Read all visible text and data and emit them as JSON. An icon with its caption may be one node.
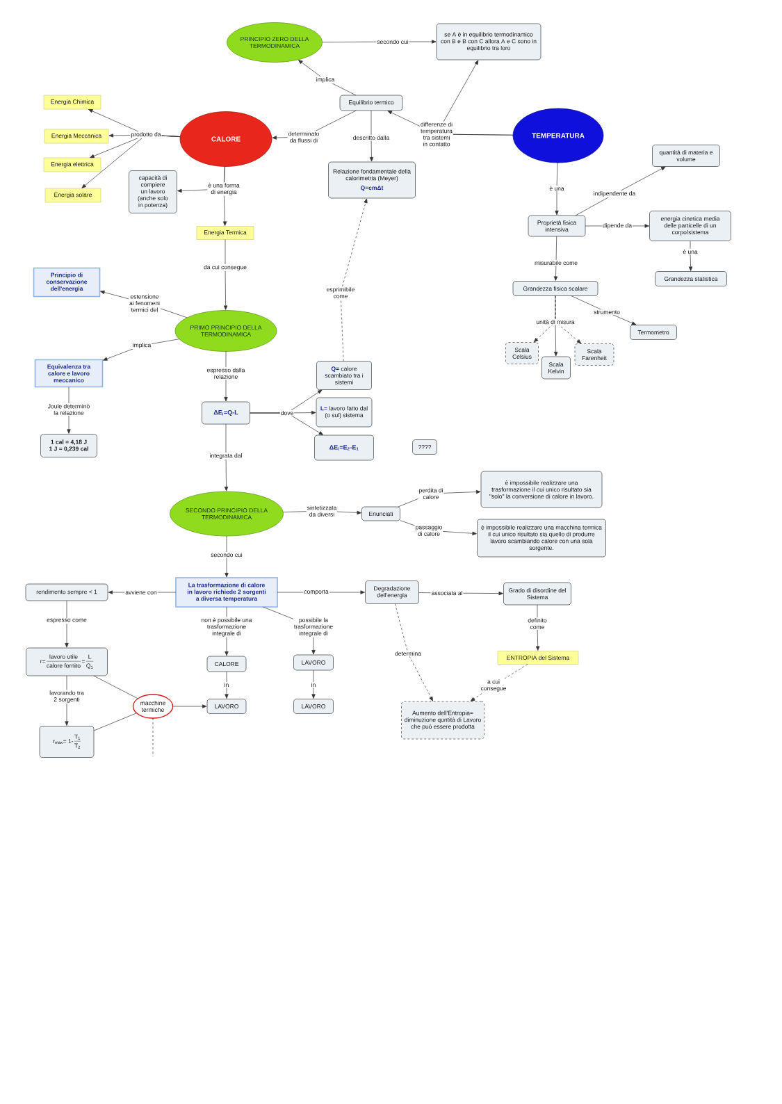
{
  "diagram": {
    "nodes": [
      {
        "text": [
          "PRINCIPIO ZERO DELLA TERMODINAMICA"
        ]
      },
      {
        "text": [
          "se A è in equilibrio termodinamico con B e B con C allora A e C sono in equilibrio tra loro"
        ]
      },
      {
        "text": [
          "Equilibrio termico"
        ]
      },
      {
        "text": [
          "Energia Chimica"
        ]
      },
      {
        "text": [
          "Energia Meccanica"
        ]
      },
      {
        "text": [
          "Energia elettrica"
        ]
      },
      {
        "text": [
          "Energia solare"
        ]
      },
      {
        "text": [
          "CALORE"
        ]
      },
      {
        "text": [
          "TEMPERATURA"
        ]
      },
      {
        "text": [
          "Relazione fondamentale della calorimetria (Meyer)",
          "Q=cmΔt"
        ]
      },
      {
        "text": [
          "capacità di compiere un lavoro (anche solo in potenza)"
        ]
      },
      {
        "text": [
          "Energia Termica"
        ]
      },
      {
        "text": [
          "quantità di materia e volume"
        ]
      },
      {
        "text": [
          "Proprietà fisica intensiva"
        ]
      },
      {
        "text": [
          "energia cinetica media delle particelle di un corpo/sistema"
        ]
      },
      {
        "text": [
          "Grandezza statistica"
        ]
      },
      {
        "text": [
          "Grandezza fisica scalare"
        ]
      },
      {
        "text": [
          "Termometro"
        ]
      },
      {
        "text": [
          "Scala Celsius"
        ]
      },
      {
        "text": [
          "Scala Kelvin"
        ]
      },
      {
        "text": [
          "Scala Farenheit"
        ]
      },
      {
        "text": [
          "Principio di conservazione dell'energia"
        ]
      },
      {
        "text": [
          "PRIMO PRINCIPIO DELLA TERMODINAMICA"
        ]
      },
      {
        "text": [
          "Equivalenza tra calore e lavoro meccanico"
        ]
      },
      {
        "text": [
          "1 cal = 4,18 J",
          "1 J = 0,239 cal"
        ]
      },
      {
        "text": [
          "ΔE$_{i}$=Q-L"
        ]
      },
      {
        "text": [
          "**Q=** calore scambiato tra i sistemi"
        ]
      },
      {
        "text": [
          "**L=** lavoro fatto dal (o sul) sistema"
        ]
      },
      {
        "text": [
          "ΔE$_{i}$=E$_{2}$-E$_{1}$"
        ]
      },
      {
        "text": [
          "????"
        ]
      },
      {
        "text": [
          "SECONDO PRINCIPIO DELLA TERMODINAMICA"
        ]
      },
      {
        "text": [
          "Enunciati"
        ]
      },
      {
        "text": [
          "è impossibile realizzare una trasformazione il cui unico risultato sia \"solo\" la conversione di calore in lavoro."
        ]
      },
      {
        "text": [
          "è impossibile realizzare una macchina termica il cui unico risultato sia quello di produrre lavoro scambiando calore con una sola sorgente."
        ]
      },
      {
        "text": [
          "La trasformazione di calore in lavoro richiede 2 sorgenti a diversa temperatura"
        ]
      },
      {
        "text": [
          "rendimento sempre < 1"
        ]
      },
      {
        "text": [
          "Degradazione dell'energia"
        ]
      },
      {
        "text": [
          "Grado di disordine del Sistema"
        ]
      },
      {
        "text": [
          "r=",
          "lavoro utile",
          "calore fornito",
          "=",
          "L",
          "Q$_{1}$"
        ]
      },
      {
        "text": [
          "CALORE"
        ]
      },
      {
        "text": [
          "LAVORO"
        ]
      },
      {
        "text": [
          "macchine termiche"
        ]
      },
      {
        "text": [
          "LAVORO"
        ]
      },
      {
        "text": [
          "LAVORO"
        ]
      },
      {
        "text": [
          "r$_{max}$= 1-",
          "T$_{1}$",
          "T$_{2}$"
        ]
      },
      {
        "text": [
          "ENTROPIA del Sistema"
        ]
      },
      {
        "text": [
          "Aumento dell'Entropia= diminuzione quntità di Lavoro che può essere prodotta"
        ]
      }
    ],
    "edges": [
      {
        "from": 0,
        "to": 1,
        "arrow": "to",
        "label": "secondo cui"
      },
      {
        "from": 2,
        "to": 0,
        "arrow": "to",
        "label": "implica"
      },
      {
        "from": 2,
        "to": 7,
        "arrow": "to",
        "label": "determinato da flussi di"
      },
      {
        "from": 2,
        "to": 9,
        "arrow": "to",
        "label": "descritto dalla"
      },
      {
        "from": 8,
        "to": 2,
        "arrow": "to",
        "label": "differenze di temperatura tra sistemi in contatto"
      },
      {
        "from": 8,
        "to": 1,
        "arrow": "to"
      },
      {
        "from": 7,
        "to": 3,
        "arrow": "to",
        "label": "prodotto da"
      },
      {
        "from": 7,
        "to": 4,
        "arrow": "to"
      },
      {
        "from": 7,
        "to": 5,
        "arrow": "to"
      },
      {
        "from": 7,
        "to": 6,
        "arrow": "to"
      },
      {
        "from": 7,
        "to": 10,
        "arrow": "to"
      },
      {
        "from": 7,
        "to": 11,
        "arrow": "to",
        "label": "è una forma di energia"
      },
      {
        "from": 11,
        "to": 22,
        "arrow": "to",
        "label": "da cui consegue"
      },
      {
        "from": 22,
        "to": 21,
        "arrow": "to",
        "label": "estensione ai fenomeni termici del"
      },
      {
        "from": 22,
        "to": 23,
        "arrow": "to",
        "label": "implica"
      },
      {
        "from": 23,
        "to": 24,
        "arrow": "to",
        "label": "Joule determinò la relazione"
      },
      {
        "from": 22,
        "to": 25,
        "arrow": "to",
        "label": "espresso dalla relazione"
      },
      {
        "from": 25,
        "to": 26,
        "arrow": "to"
      },
      {
        "from": 25,
        "to": 27,
        "arrow": "to",
        "label": "dove"
      },
      {
        "from": 25,
        "to": 28,
        "arrow": "to"
      },
      {
        "from": 26,
        "to": 9,
        "arrow": "to",
        "label": "esprimibile come",
        "style": "dashed"
      },
      {
        "from": 25,
        "to": 30,
        "arrow": "to",
        "label": "integrata dal"
      },
      {
        "from": 8,
        "to": 13,
        "arrow": "to",
        "label": "è una"
      },
      {
        "from": 13,
        "to": 12,
        "arrow": "to",
        "label": "indipendente da"
      },
      {
        "from": 13,
        "to": 14,
        "arrow": "to",
        "label": "dipende da"
      },
      {
        "from": 14,
        "to": 15,
        "arrow": "to",
        "label": "è una"
      },
      {
        "from": 13,
        "to": 16,
        "arrow": "to",
        "label": "misurabile come"
      },
      {
        "from": 16,
        "to": 17,
        "arrow": "to",
        "label": "strumento"
      },
      {
        "from": 16,
        "to": 18,
        "arrow": "to",
        "style": "dashed"
      },
      {
        "from": 16,
        "to": 19,
        "arrow": "to",
        "label": "unità di misura"
      },
      {
        "from": 16,
        "to": 20,
        "arrow": "to",
        "style": "dashed"
      },
      {
        "from": 30,
        "to": 31,
        "arrow": "to",
        "label": "sintetizzata da diversi"
      },
      {
        "from": 31,
        "to": 32,
        "arrow": "to",
        "label": "perdita di calore"
      },
      {
        "from": 31,
        "to": 33,
        "arrow": "to",
        "label": "passaggio di calore"
      },
      {
        "from": 30,
        "to": 34,
        "arrow": "to",
        "label": "secondo cui"
      },
      {
        "from": 34,
        "to": 35,
        "arrow": "to",
        "label": "avviene con"
      },
      {
        "from": 34,
        "to": 36,
        "arrow": "to",
        "label": "comporta"
      },
      {
        "from": 36,
        "to": 37,
        "arrow": "to",
        "label": "associata al"
      },
      {
        "from": 37,
        "to": 45,
        "arrow": "to",
        "label": "definito come"
      },
      {
        "from": 36,
        "to": 46,
        "arrow": "to",
        "label": "determina",
        "style": "dashed"
      },
      {
        "from": 45,
        "to": 46,
        "arrow": "to",
        "label": "a cui consegue",
        "style": "dashed"
      },
      {
        "from": 35,
        "to": 38,
        "arrow": "to",
        "label": "espresso come"
      },
      {
        "from": 38,
        "to": 44,
        "arrow": "to",
        "label": "lavorando tra 2 sorgenti"
      },
      {
        "from": 41,
        "to": 38,
        "arrow": "none"
      },
      {
        "from": 41,
        "to": 44,
        "arrow": "none"
      },
      {
        "from": 41,
        "to": 42,
        "arrow": "to"
      },
      {
        "from": 41,
        "to": null,
        "arrow": "none",
        "style": "dashed"
      },
      {
        "from": 34,
        "to": 39,
        "arrow": "to",
        "label": "non è possibile una trasformazione integrale di"
      },
      {
        "from": 34,
        "to": 40,
        "arrow": "to",
        "label": "possibile la trasformazione integrale di"
      },
      {
        "from": 39,
        "to": 42,
        "arrow": "to",
        "label": "in"
      },
      {
        "from": 40,
        "to": 43,
        "arrow": "to",
        "label": "in"
      }
    ]
  }
}
